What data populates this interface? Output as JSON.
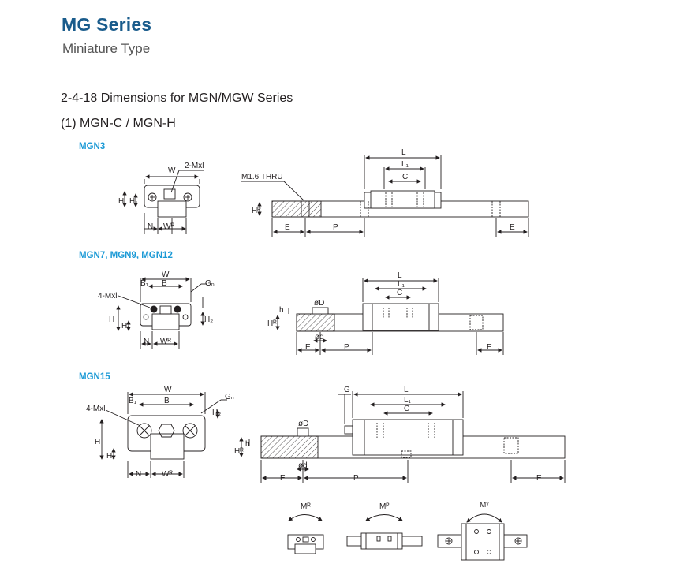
{
  "header": {
    "title": "MG Series",
    "subtitle": "Miniature Type"
  },
  "section": {
    "heading": "2-4-18  Dimensions for  MGN/MGW Series",
    "subheading": "(1) MGN-C / MGN-H"
  },
  "models": {
    "mgn3": "MGN3",
    "mgn7_12": "MGN7, MGN9, MGN12",
    "mgn15": "MGN15"
  },
  "labels": {
    "W": "W",
    "B": "B",
    "B1": "B₁",
    "H": "H",
    "H1": "H₁",
    "H2": "H₂",
    "N": "N",
    "WR": "Wᴿ",
    "HR": "Hᴿ",
    "L": "L",
    "L1": "L₁",
    "C": "C",
    "E": "E",
    "P": "P",
    "G": "G",
    "Gn": "Gₙ",
    "h": "h",
    "D": "øD",
    "d": "ød",
    "mxl2": "2-Mxl",
    "mxl4": "4-Mxl",
    "thru": "M1.6 THRU",
    "MR": "Mᴿ",
    "MP": "Mᴾ",
    "MY": "Mʸ"
  }
}
